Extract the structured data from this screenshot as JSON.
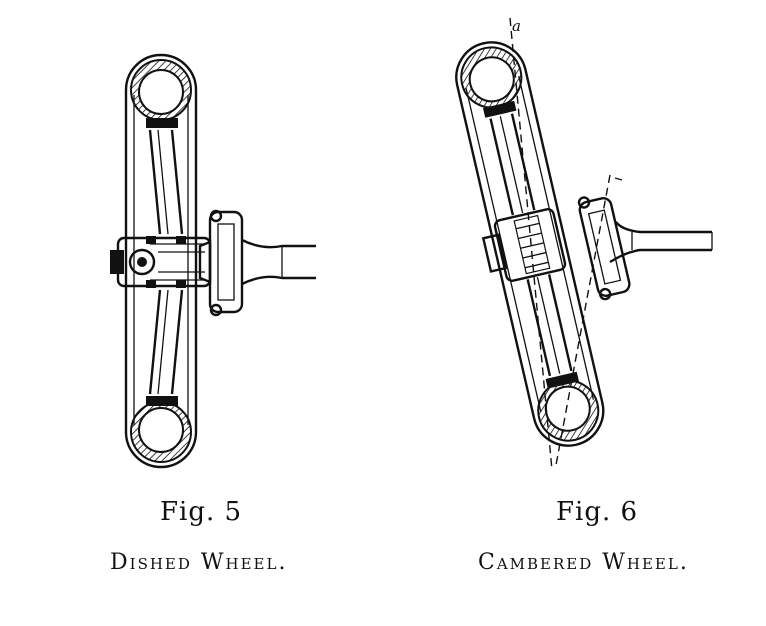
{
  "figures": [
    {
      "label": "Fig. 5",
      "caption": "Dished Wheel."
    },
    {
      "label": "Fig. 6",
      "caption": "Cambered Wheel."
    }
  ],
  "annotations": {
    "fig6_axis_mark": "a"
  },
  "colors": {
    "ink": "#111111",
    "paper": "#ffffff"
  }
}
